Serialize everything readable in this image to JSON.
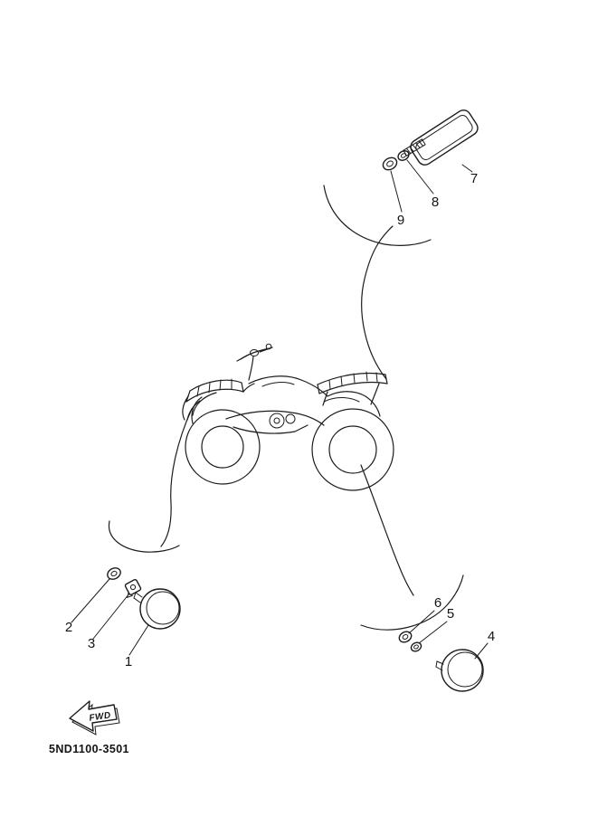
{
  "colors": {
    "background": "#ffffff",
    "line": "#1c1c1c"
  },
  "diagram": {
    "code": "5ND1100-3501",
    "fwd_label": "FWD",
    "callouts": [
      {
        "label": "1"
      },
      {
        "label": "2"
      },
      {
        "label": "3"
      },
      {
        "label": "4"
      },
      {
        "label": "5"
      },
      {
        "label": "6"
      },
      {
        "label": "7"
      },
      {
        "label": "8"
      },
      {
        "label": "9"
      }
    ]
  }
}
